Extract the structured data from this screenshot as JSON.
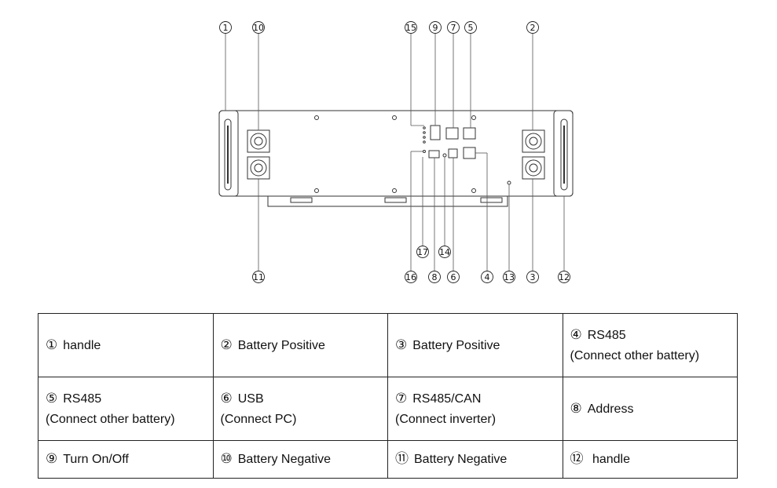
{
  "diagram": {
    "callouts": {
      "c1": "1",
      "c2": "2",
      "c3": "3",
      "c4": "4",
      "c5": "5",
      "c6": "6",
      "c7": "7",
      "c8": "8",
      "c9": "9",
      "c10": "10",
      "c11": "11",
      "c12": "12",
      "c13": "13",
      "c14": "14",
      "c15": "15",
      "c16": "16",
      "c17": "17"
    }
  },
  "legend": {
    "rows": [
      [
        {
          "num": "①",
          "label": "handle",
          "sub": ""
        },
        {
          "num": "②",
          "label": "Battery Positive",
          "sub": ""
        },
        {
          "num": "③",
          "label": "Battery Positive",
          "sub": ""
        },
        {
          "num": "④",
          "label": "RS485",
          "sub": "(Connect other battery)"
        }
      ],
      [
        {
          "num": "⑤",
          "label": "RS485",
          "sub": "(Connect other battery)"
        },
        {
          "num": "⑥",
          "label": "USB",
          "sub": "(Connect PC)"
        },
        {
          "num": "⑦",
          "label": "RS485/CAN",
          "sub": "(Connect inverter)"
        },
        {
          "num": "⑧",
          "label": "Address",
          "sub": ""
        }
      ],
      [
        {
          "num": "⑨",
          "label": "Turn On/Off",
          "sub": ""
        },
        {
          "num": "⑩",
          "label": "Battery Negative",
          "sub": ""
        },
        {
          "num": "⑪",
          "label": "Battery Negative",
          "sub": ""
        },
        {
          "num": "⑫",
          "label": " handle",
          "sub": ""
        }
      ]
    ]
  }
}
